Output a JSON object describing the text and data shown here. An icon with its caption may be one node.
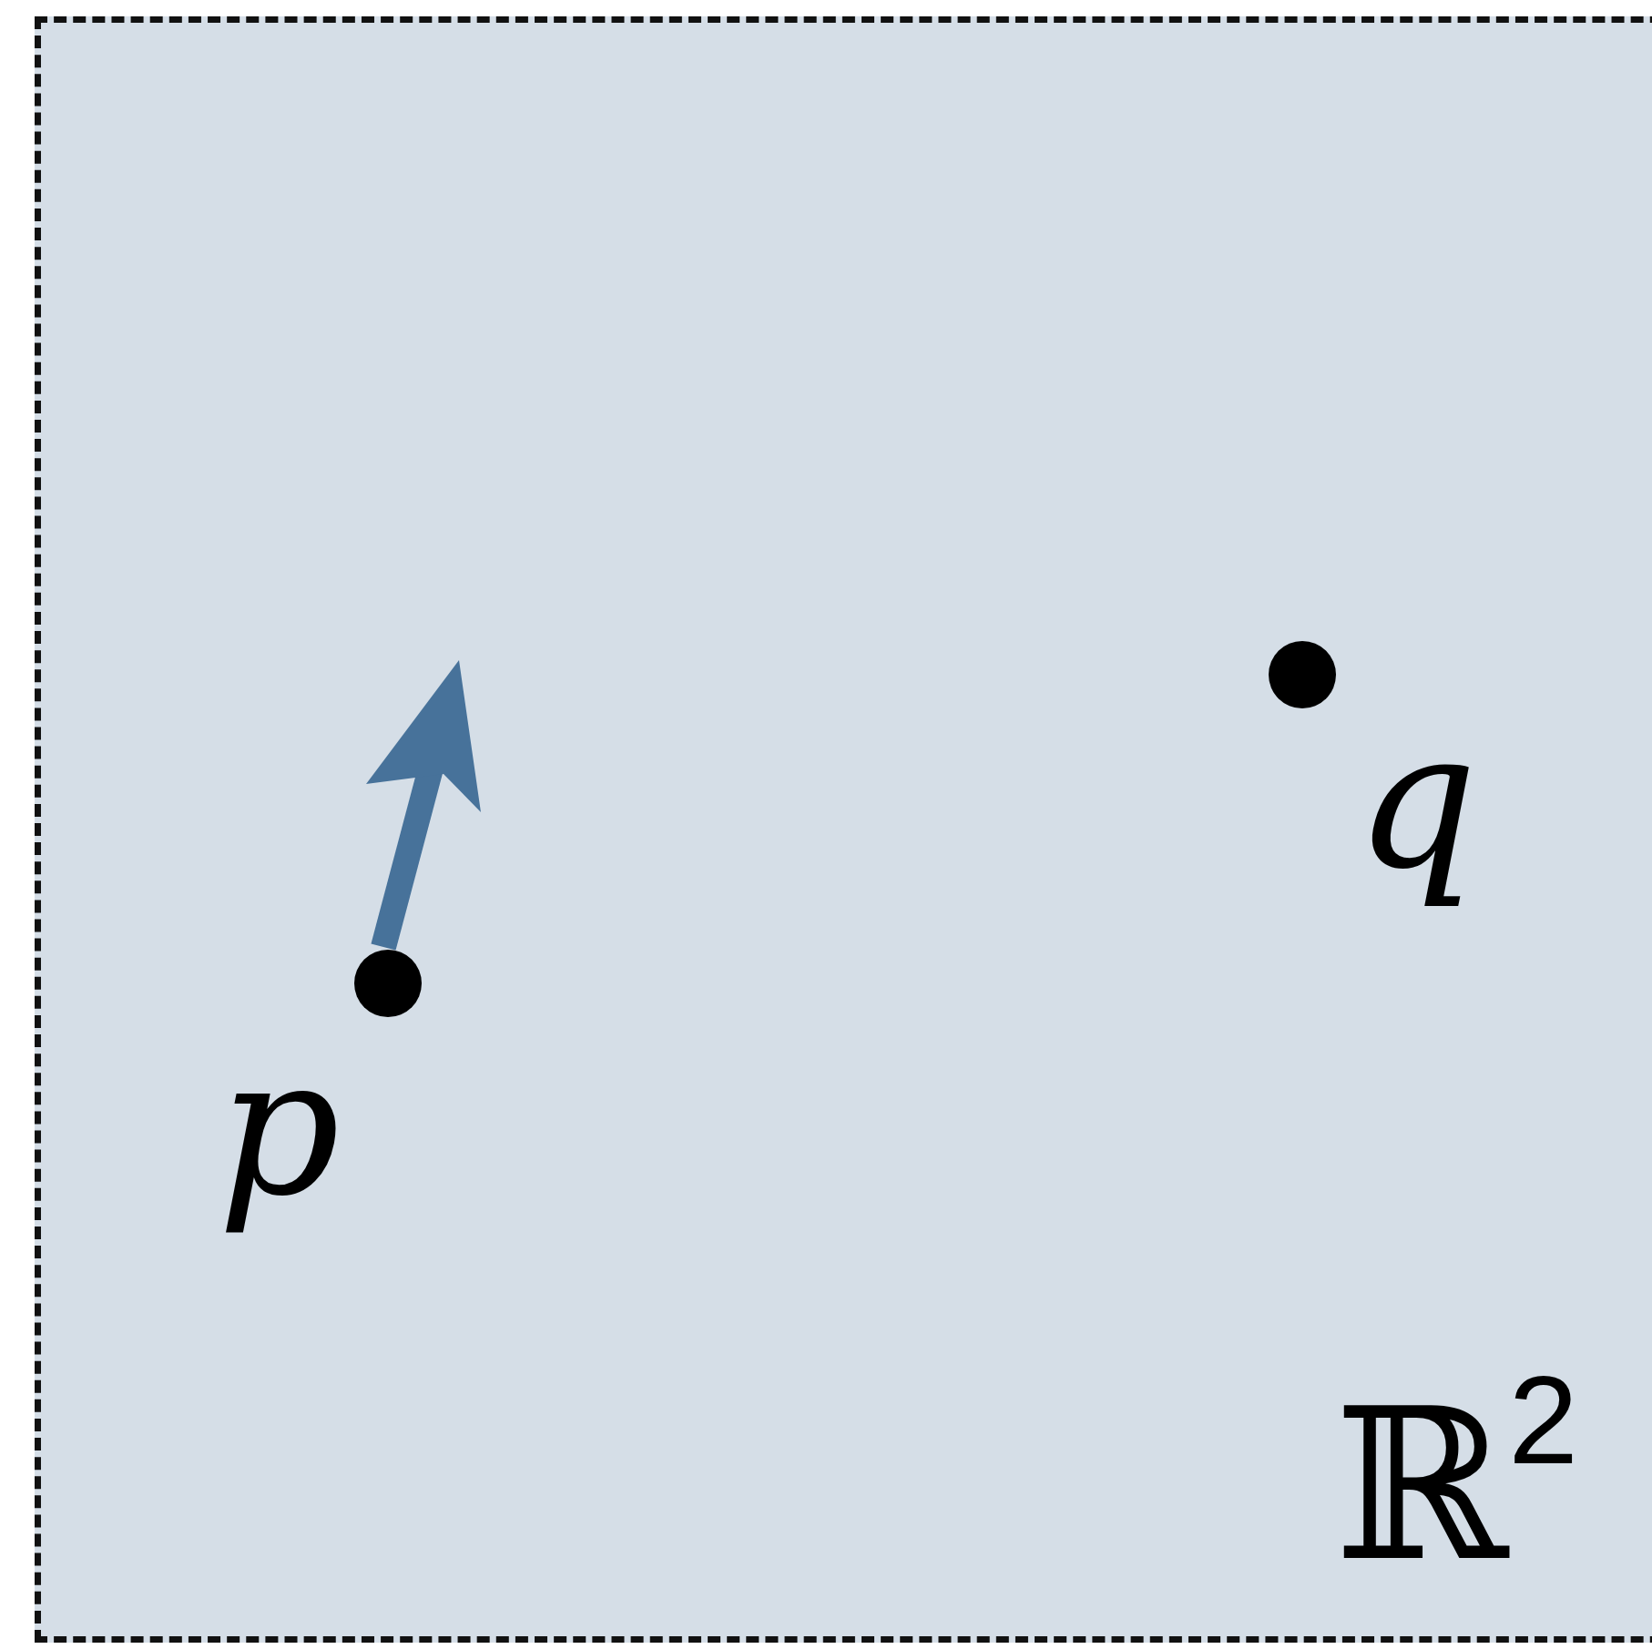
{
  "diagram": {
    "nodes": [
      {
        "text": [
          "ℝ$^{2}$"
        ]
      },
      {
        "text": [],
        "shape": "circle",
        "in": 0,
        "beside": [
          "p"
        ]
      },
      {
        "text": [],
        "shape": "circle",
        "in": 0,
        "beside": [
          "q"
        ]
      }
    ]
  }
}
